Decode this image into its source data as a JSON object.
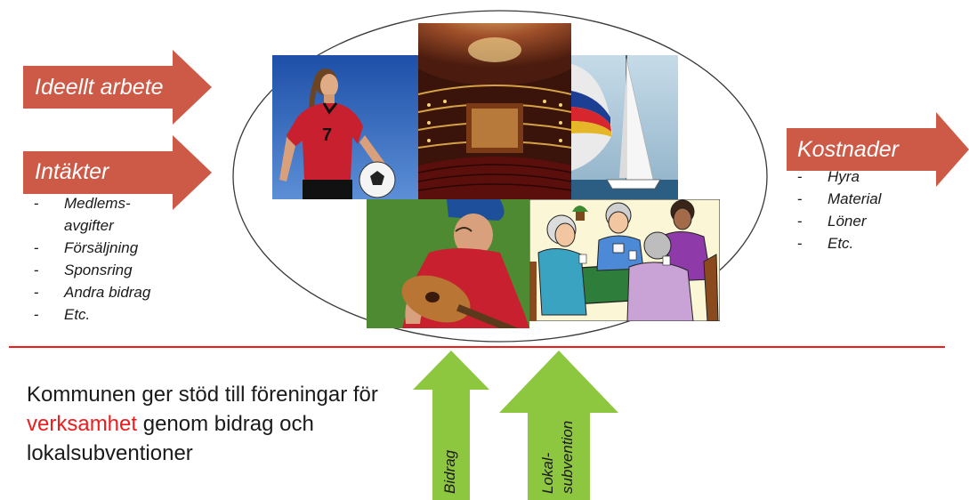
{
  "arrows": {
    "ideellt_arbete": {
      "label": "Ideellt arbete",
      "color": "#cd5a47"
    },
    "intakter": {
      "label": "Intäkter",
      "color": "#cd5a47"
    },
    "kostnader": {
      "label": "Kostnader",
      "color": "#cd5a47"
    },
    "bidrag": {
      "label": "Bidrag",
      "color": "#8dc63f"
    },
    "lokalsubvention": {
      "label_line1": "Lokal-",
      "label_line2": "subvention",
      "color": "#8dc63f"
    }
  },
  "intakter_items": [
    "Medlems-",
    "avgifter",
    "Försäljning",
    "Sponsring",
    "Andra bidrag",
    "Etc."
  ],
  "kostnader_items": [
    "Hyra",
    "Material",
    "Löner",
    "Etc."
  ],
  "photos": {
    "football_player": "football-player-photo",
    "theater": "theater-photo",
    "sailboat": "sailboat-photo",
    "guitar_player": "guitar-player-photo",
    "card_players": "card-players-illustration"
  },
  "bottom_text": {
    "part1": "Kommunen ger stöd till föreningar för ",
    "highlight": "verksamhet",
    "part2": " genom bidrag och lokalsubventioner"
  },
  "divider_color": "#ee1c1c"
}
